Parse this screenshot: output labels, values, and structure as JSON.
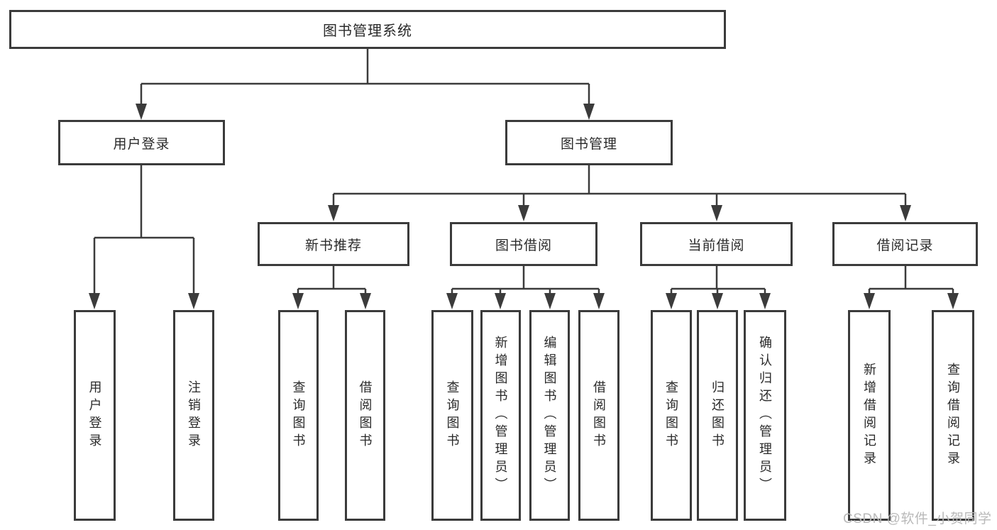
{
  "tree": {
    "label": "图书管理系统",
    "children": [
      {
        "label": "用户登录",
        "children": [
          {
            "label": "用户登录"
          },
          {
            "label": "注销登录"
          }
        ]
      },
      {
        "label": "图书管理",
        "children": [
          {
            "label": "新书推荐",
            "children": [
              {
                "label": "查询图书"
              },
              {
                "label": "借阅图书"
              }
            ]
          },
          {
            "label": "图书借阅",
            "children": [
              {
                "label": "查询图书"
              },
              {
                "label": "新增图书（管理员）"
              },
              {
                "label": "编辑图书（管理员）"
              },
              {
                "label": "借阅图书"
              }
            ]
          },
          {
            "label": "当前借阅",
            "children": [
              {
                "label": "查询图书"
              },
              {
                "label": "归还图书"
              },
              {
                "label": "确认归还（管理员）"
              }
            ]
          },
          {
            "label": "借阅记录",
            "children": [
              {
                "label": "新增借阅记录"
              },
              {
                "label": "查询借阅记录"
              }
            ]
          }
        ]
      }
    ]
  },
  "watermark": {
    "text": "CSDN @软件_小贺同学"
  },
  "colors": {
    "line": "#3b3b3b",
    "text": "#2a2a2a",
    "watermark": "#b9b9b9",
    "background": "#ffffff"
  }
}
